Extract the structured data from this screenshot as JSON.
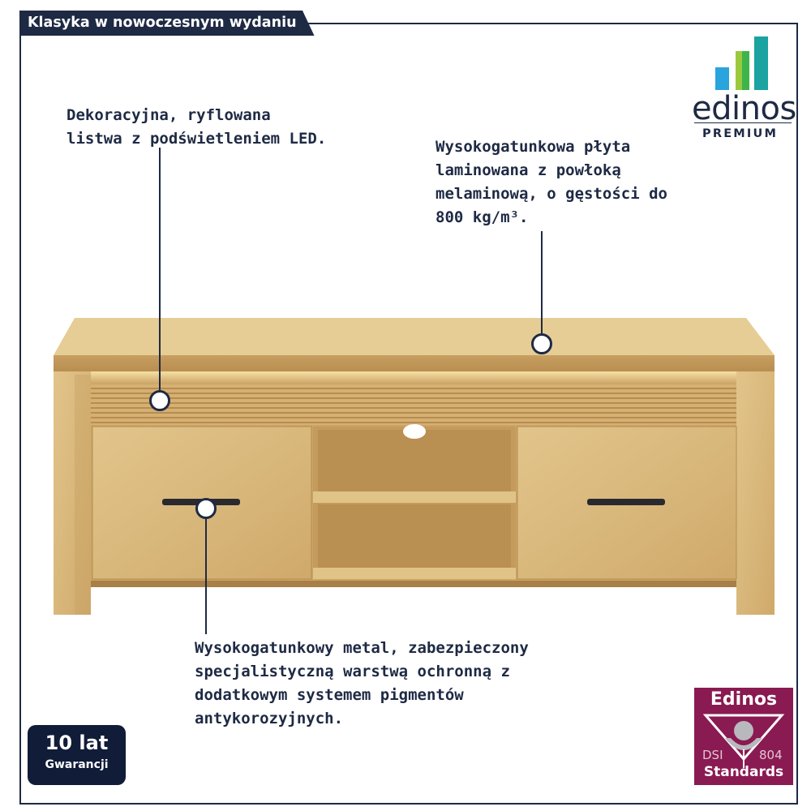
{
  "header": {
    "tagline": "Klasyka w nowoczesnym wydaniu"
  },
  "brand": {
    "name": "edinos",
    "tier": "PREMIUM",
    "colors": {
      "navy": "#1e2a44",
      "blue": "#2aa4dc",
      "green": "#3db54a",
      "teal": "#1aa3a0",
      "lime": "#9bc93d"
    }
  },
  "callouts": {
    "led": "Dekoracyjna, ryflowana\nlistwa z podświetleniem LED.",
    "board": "Wysokogatunkowa płyta\nlaminowana z powłoką\nmelaminową, o gęstości do\n800 kg/m³.",
    "metal": "Wysokogatunkowy metal, zabezpieczony\nspecjalistyczną warstwą ochronną z\ndodatkowym systemem pigmentów\nantykorozyjnych."
  },
  "warranty": {
    "years": "10 lat",
    "label": "Gwarancji"
  },
  "standards_badge": {
    "brand": "Edinos",
    "code_left": "DSI",
    "code_right": "804",
    "label": "Standards",
    "color": "#8a1a52"
  },
  "product": {
    "name": "tv-cabinet",
    "finish": "artisan oak",
    "icon": "tv-stand-image"
  }
}
